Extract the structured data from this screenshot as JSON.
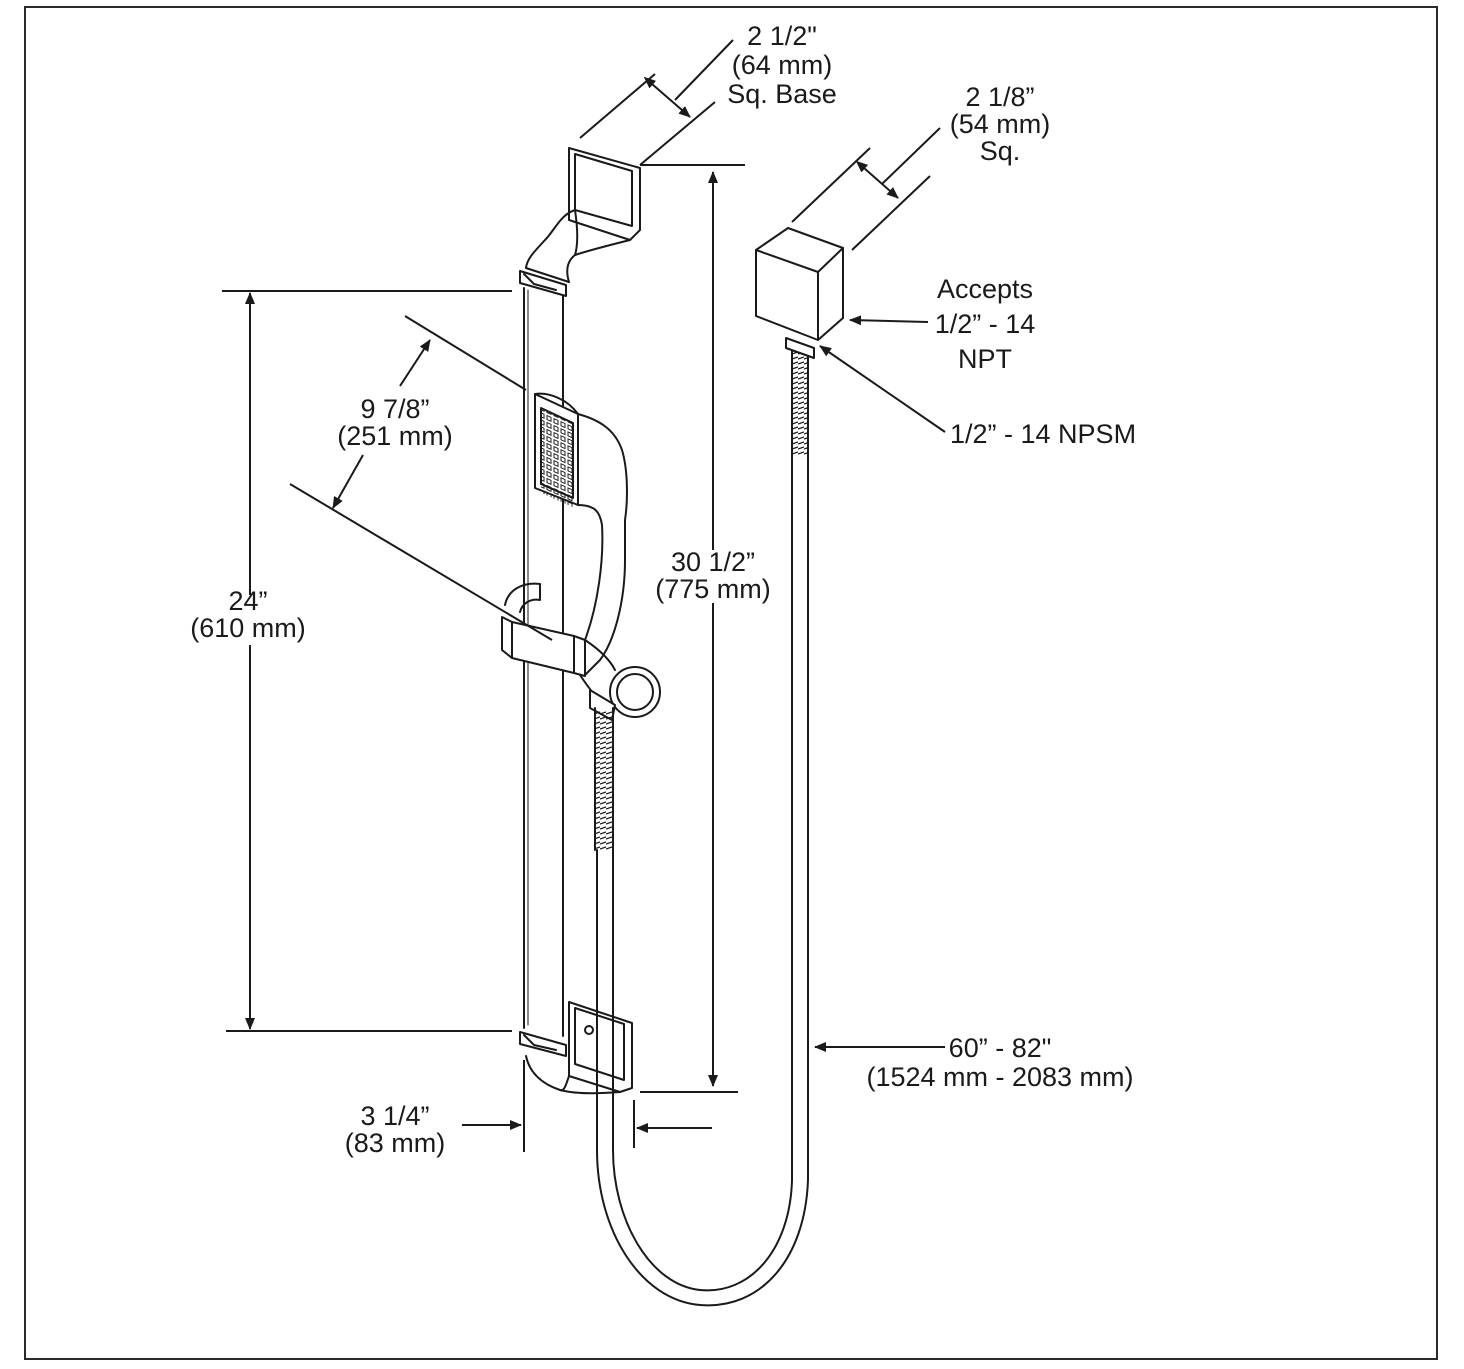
{
  "colors": {
    "stroke": "#1a1a1a",
    "fill": "#ffffff",
    "frame": "#2a2a2a"
  },
  "labels": {
    "base_width": {
      "l1": "2 1/2\"",
      "l2": "(64 mm)",
      "l3": "Sq. Base"
    },
    "elbow_width": {
      "l1": "2 1/8”",
      "l2": "(54 mm)",
      "l3": "Sq."
    },
    "accepts": {
      "l1": "Accepts",
      "l2": "1/2” - 14",
      "l3": "NPT"
    },
    "npsm": "1/2” - 14 NPSM",
    "handshower_length": {
      "l1": "9 7/8”",
      "l2": "(251 mm)"
    },
    "bar_spacing": {
      "l1": "24”",
      "l2": "(610 mm)"
    },
    "overall_height": {
      "l1": "30 1/2”",
      "l2": "(775 mm)"
    },
    "hose_length": {
      "l1": "60” - 82\"",
      "l2": "(1524 mm - 2083 mm)"
    },
    "projection": {
      "l1": "3 1/4”",
      "l2": "(83 mm)"
    }
  }
}
